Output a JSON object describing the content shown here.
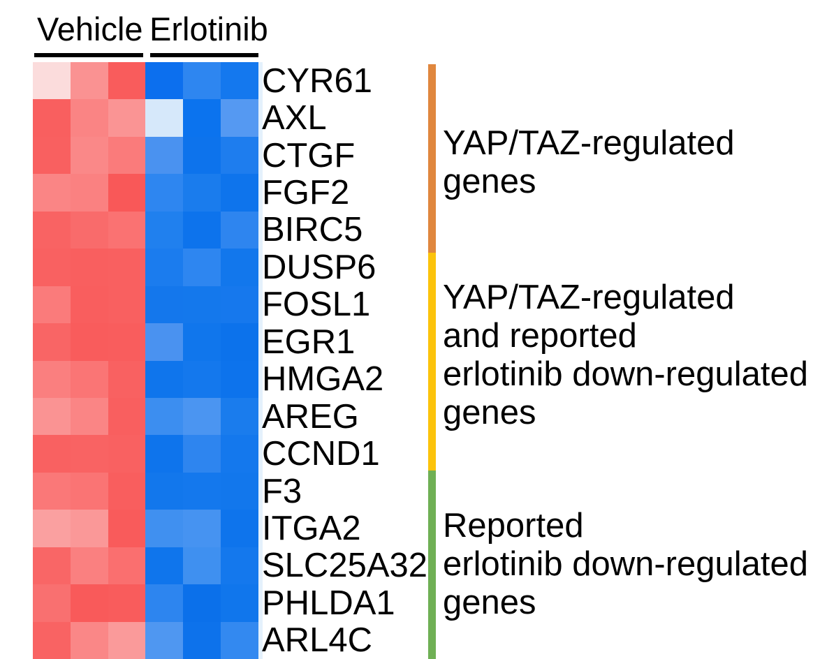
{
  "figure": {
    "background": "#ffffff",
    "column_groups": [
      {
        "label": "Vehicle",
        "n_columns": 3
      },
      {
        "label": "Erlotinib",
        "n_columns": 3
      }
    ],
    "gene_groups": [
      {
        "color": "#e0873e",
        "label_lines": [
          "YAP/TAZ-regulated",
          "genes"
        ],
        "genes": [
          "CYR61",
          "AXL",
          "CTGF",
          "FGF2",
          "BIRC5"
        ]
      },
      {
        "color": "#fcc30b",
        "label_lines": [
          "YAP/TAZ-regulated",
          "and reported",
          "erlotinib down-regulated",
          "genes"
        ],
        "genes": [
          "DUSP6",
          "FOSL1",
          "EGR1",
          "HMGA2",
          "AREG",
          "CCND1"
        ]
      },
      {
        "color": "#6fb055",
        "label_lines": [
          "Reported",
          "erlotinib down-regulated",
          "genes"
        ],
        "genes": [
          "F3",
          "ITGA2",
          "SLC25A32",
          "PHLDA1",
          "ARL4C"
        ]
      }
    ]
  },
  "chart_data": {
    "type": "heatmap",
    "title": "",
    "columns": [
      "Vehicle 1",
      "Vehicle 2",
      "Vehicle 3",
      "Erlotinib 1",
      "Erlotinib 2",
      "Erlotinib 3"
    ],
    "rows": [
      "CYR61",
      "AXL",
      "CTGF",
      "FGF2",
      "BIRC5",
      "DUSP6",
      "FOSL1",
      "EGR1",
      "HMGA2",
      "AREG",
      "CCND1",
      "F3",
      "ITGA2",
      "SLC25A32",
      "PHLDA1",
      "ARL4C"
    ],
    "colormap": {
      "high": "#f95c5c",
      "low": "#0c6fee",
      "mid": "#ffffff",
      "meaning": "red = higher relative expression (Vehicle), blue = lower relative expression (Erlotinib); no numeric scale shown"
    },
    "cell_colors": [
      [
        "#fbdcdc",
        "#fa9292",
        "#f95c5c",
        "#0c6fee",
        "#2e86f0",
        "#1478ee"
      ],
      [
        "#f95f5f",
        "#fa8484",
        "#fa9494",
        "#d6e8fa",
        "#0b73ee",
        "#5599f2"
      ],
      [
        "#f96060",
        "#fa8888",
        "#fa7b7b",
        "#4a92f0",
        "#0d73ec",
        "#1e7dee"
      ],
      [
        "#fa8585",
        "#fa8181",
        "#f95858",
        "#2e86f0",
        "#1a7ced",
        "#0e74ec"
      ],
      [
        "#f96363",
        "#f96b6b",
        "#fa7272",
        "#2080ee",
        "#0d73ec",
        "#2e85ef"
      ],
      [
        "#f96161",
        "#f95f5f",
        "#f96060",
        "#1b7cee",
        "#2e86f0",
        "#1277ec"
      ],
      [
        "#fa7b7b",
        "#f95e5e",
        "#f96060",
        "#1477ec",
        "#1478ec",
        "#1678ed"
      ],
      [
        "#f96565",
        "#f95c5c",
        "#f95d5d",
        "#4a92f0",
        "#1076ec",
        "#0c72eb"
      ],
      [
        "#fa7f7f",
        "#fa7575",
        "#f96161",
        "#0f75ec",
        "#1478ed",
        "#0d73ec"
      ],
      [
        "#fa9393",
        "#fa8585",
        "#f95f5f",
        "#3c8ef0",
        "#4b95f1",
        "#1a7ced"
      ],
      [
        "#f96161",
        "#f96363",
        "#f96161",
        "#0e74ec",
        "#2e85ef",
        "#1478ed"
      ],
      [
        "#fa7878",
        "#fa7474",
        "#f95e5e",
        "#1277ec",
        "#1478ed",
        "#1277ec"
      ],
      [
        "#faa0a0",
        "#fa9898",
        "#f95b5b",
        "#4090f0",
        "#4693f1",
        "#0e74ec"
      ],
      [
        "#f96666",
        "#fa8080",
        "#fa6f6f",
        "#0f75ec",
        "#3f90f0",
        "#1478ed"
      ],
      [
        "#f97070",
        "#f95a5a",
        "#f95c5c",
        "#2d85ef",
        "#0b70ea",
        "#1076ec"
      ],
      [
        "#f96363",
        "#fa8787",
        "#fa9a9a",
        "#4f97f1",
        "#0d72eb",
        "#3389f0"
      ]
    ],
    "values_estimated": [
      [
        0.15,
        0.45,
        0.7,
        -0.95,
        -0.8,
        -0.9
      ],
      [
        0.68,
        0.52,
        0.45,
        -0.12,
        -0.95,
        -0.65
      ],
      [
        0.67,
        0.5,
        0.55,
        -0.68,
        -0.95,
        -0.88
      ],
      [
        0.52,
        0.55,
        0.71,
        -0.8,
        -0.9,
        -0.94
      ],
      [
        0.66,
        0.62,
        0.58,
        -0.86,
        -0.94,
        -0.8
      ],
      [
        0.67,
        0.68,
        0.67,
        -0.85,
        -0.8,
        -0.92
      ],
      [
        0.55,
        0.68,
        0.67,
        -0.9,
        -0.9,
        -0.89
      ],
      [
        0.64,
        0.7,
        0.69,
        -0.68,
        -0.92,
        -0.95
      ],
      [
        0.54,
        0.58,
        0.67,
        -0.93,
        -0.9,
        -0.94
      ],
      [
        0.45,
        0.52,
        0.68,
        -0.72,
        -0.66,
        -0.89
      ],
      [
        0.67,
        0.66,
        0.67,
        -0.94,
        -0.8,
        -0.9
      ],
      [
        0.56,
        0.58,
        0.68,
        -0.92,
        -0.9,
        -0.92
      ],
      [
        0.4,
        0.44,
        0.69,
        -0.7,
        -0.67,
        -0.94
      ],
      [
        0.64,
        0.55,
        0.6,
        -0.93,
        -0.71,
        -0.9
      ],
      [
        0.6,
        0.7,
        0.7,
        -0.81,
        -0.96,
        -0.92
      ],
      [
        0.66,
        0.51,
        0.43,
        -0.63,
        -0.95,
        -0.84
      ]
    ],
    "legend_position": "right"
  }
}
